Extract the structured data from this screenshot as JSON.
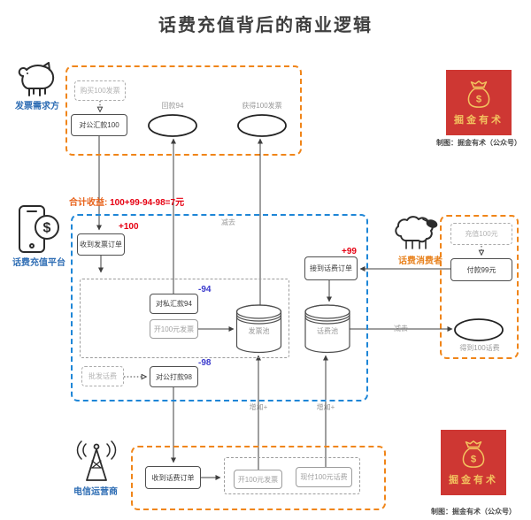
{
  "title": "话费充值背后的商业逻辑",
  "actors": {
    "invoice_buyer": "发票需求方",
    "platform": "话费充值平台",
    "consumer": "话费消费者",
    "telecom": "电信运营商"
  },
  "summary": {
    "label": "合计收益:",
    "formula": "100+99-94-98=7元"
  },
  "top_group": {
    "buy_invoice": "购买100发票",
    "remit_public": "对公汇款100",
    "refund": "回款94",
    "get_invoice": "获得100发票"
  },
  "platform_group": {
    "plus100": "+100",
    "recv_invoice_order": "收到发票订单",
    "minus94": "-94",
    "remit_private": "对私汇款94",
    "issue_invoice": "开100元发票",
    "invoice_pool": "发票池",
    "minus98": "-98",
    "wholesale": "批发话费",
    "pay_public": "对公打款98",
    "credit_pool": "话费池",
    "plus99": "+99",
    "recv_credit_order": "接到话费订单"
  },
  "consumer_group": {
    "recharge": "充值100元",
    "pay": "付款99元",
    "get_credit": "得到100话费"
  },
  "telecom_group": {
    "recv_order": "收到话费订单",
    "issue_invoice": "开100元发票",
    "deliver_credit": "现付100元话费"
  },
  "edge_labels": {
    "subtract_left": "减去",
    "subtract_right": "减去",
    "add_left": "增加+",
    "add_right": "增加+"
  },
  "badge": {
    "name": "掘金有术",
    "credit_top": "制图：掘金有术（公众号）",
    "credit_bottom": "制图：掘金有术（公众号）"
  },
  "colors": {
    "group_orange": "#f08519",
    "group_blue": "#1e86d7",
    "value_red": "#e60012",
    "value_blue": "#3a3acc",
    "badge_bg": "#ce3733",
    "badge_gold": "#f3c35f",
    "label_blue": "#2e6db4",
    "label_orange": "#e8821e"
  }
}
